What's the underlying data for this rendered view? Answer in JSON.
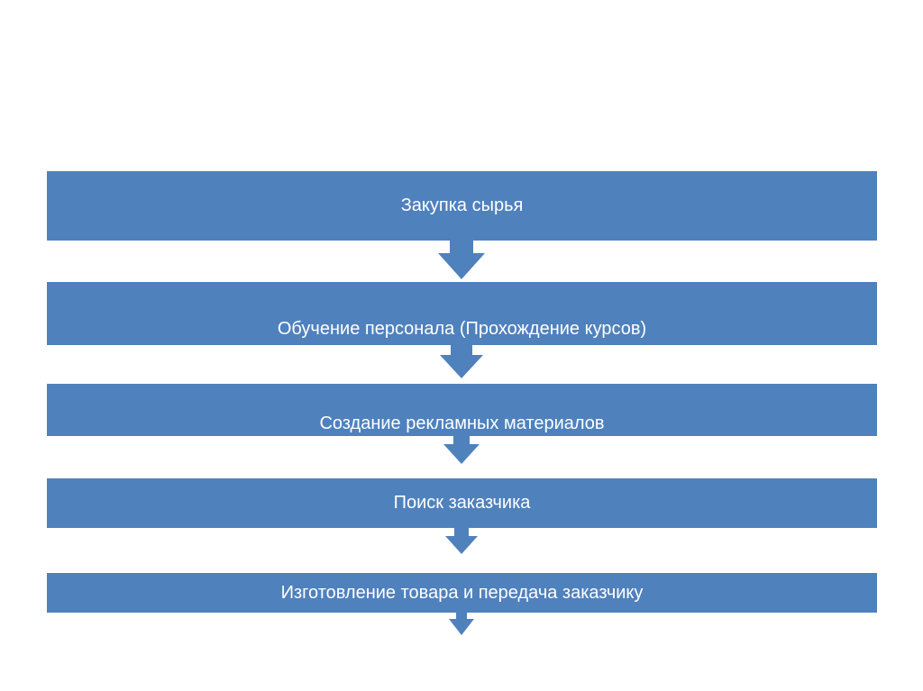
{
  "diagram": {
    "title": "",
    "fill_color": "#4f81bd",
    "text_color": "#ffffff",
    "steps": [
      {
        "label": "Закупка сырья"
      },
      {
        "label": "Обучение персонала (Прохождение курсов)"
      },
      {
        "label": "Создание рекламных материалов"
      },
      {
        "label": "Поиск заказчика"
      },
      {
        "label": "Изготовление товара и передача заказчику"
      }
    ],
    "connectors": [
      {
        "from": 0,
        "to": 1,
        "type": "down-arrow"
      },
      {
        "from": 1,
        "to": 2,
        "type": "down-arrow"
      },
      {
        "from": 2,
        "to": 3,
        "type": "down-arrow"
      },
      {
        "from": 3,
        "to": 4,
        "type": "down-arrow"
      },
      {
        "from": 4,
        "to": null,
        "type": "down-arrow"
      }
    ]
  }
}
